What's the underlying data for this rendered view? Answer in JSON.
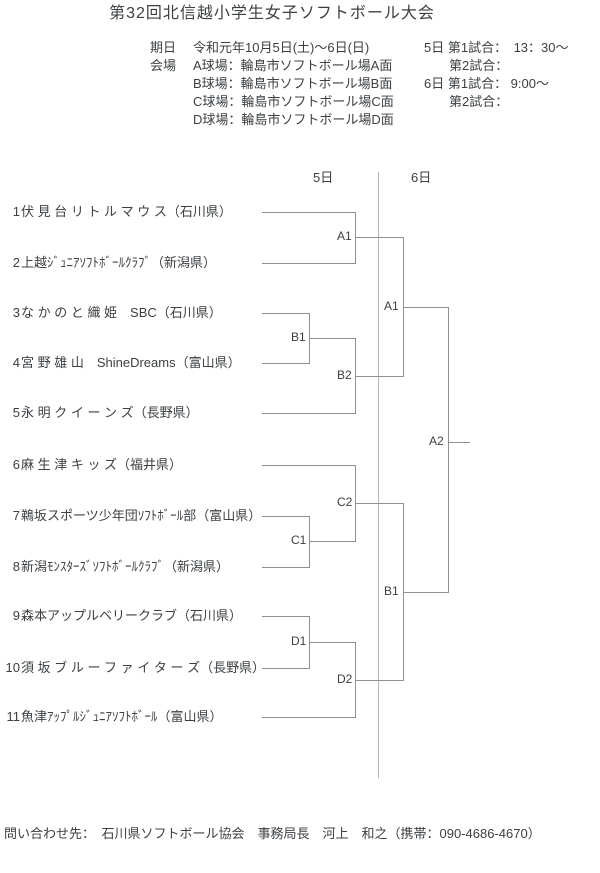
{
  "title": "第32回北信越小学生女子ソフトボール大会",
  "info": {
    "date_label": "期日",
    "date_value": "令和元年10月5日(土)～6日(日)",
    "venue_label": "会場",
    "venues": [
      "A球場：輪島市ソフトボール場A面",
      "B球場：輪島市ソフトボール場B面",
      "C球場：輪島市ソフトボール場C面",
      "D球場：輪島市ソフトボール場D面"
    ]
  },
  "schedule": {
    "day5_game1": "5日 第1試合：　13：30～",
    "day5_game2": "第2試合：",
    "day6_game1": "6日 第1試合： 9:00～",
    "day6_game2": "第2試合："
  },
  "bracket": {
    "day5_header": "5日",
    "day6_header": "6日",
    "labels": {
      "a1_r1": "A1",
      "b1_r1": "B1",
      "b2_r1": "B2",
      "c1_r1": "C1",
      "c2_r1": "C2",
      "d1_r1": "D1",
      "d2_r1": "D2",
      "a1_r2": "A1",
      "b1_r2": "B1",
      "a2_final": "A2"
    }
  },
  "teams": [
    {
      "no": "1",
      "label": "伏 見 台 リ ト ル マ ウ ス（石川県）"
    },
    {
      "no": "2",
      "label": "上越ｼﾞｭﾆｱｿﾌﾄﾎﾞｰﾙｸﾗﾌﾞ（新潟県）"
    },
    {
      "no": "3",
      "label": "な か の と 織 姫　SBC（石川県）"
    },
    {
      "no": "4",
      "label": "宮 野 雄 山　ShineDreams（富山県）"
    },
    {
      "no": "5",
      "label": "永 明 ク イ ー ン ズ（長野県）"
    },
    {
      "no": "6",
      "label": "麻 生 津 キ ッ ズ（福井県）"
    },
    {
      "no": "7",
      "label": "鵜坂スポーツ少年団ｿﾌﾄﾎﾞｰﾙ部（富山県）"
    },
    {
      "no": "8",
      "label": "新潟ﾓﾝｽﾀｰｽﾞｿﾌﾄﾎﾞｰﾙｸﾗﾌﾞ（新潟県）"
    },
    {
      "no": "9",
      "label": "森本アップルベリークラブ（石川県）"
    },
    {
      "no": "10",
      "label": "須 坂 ブ ル ー フ ァ イ タ ー ズ（長野県）"
    },
    {
      "no": "11",
      "label": "魚津ｱｯﾌﾟﾙｼﾞｭﾆｱｿﾌﾄﾎﾞｰﾙ（富山県）"
    }
  ],
  "footer": "問い合わせ先：　石川県ソフトボール協会　事務局長　河上　和之（携帯：090-4686-4670）"
}
